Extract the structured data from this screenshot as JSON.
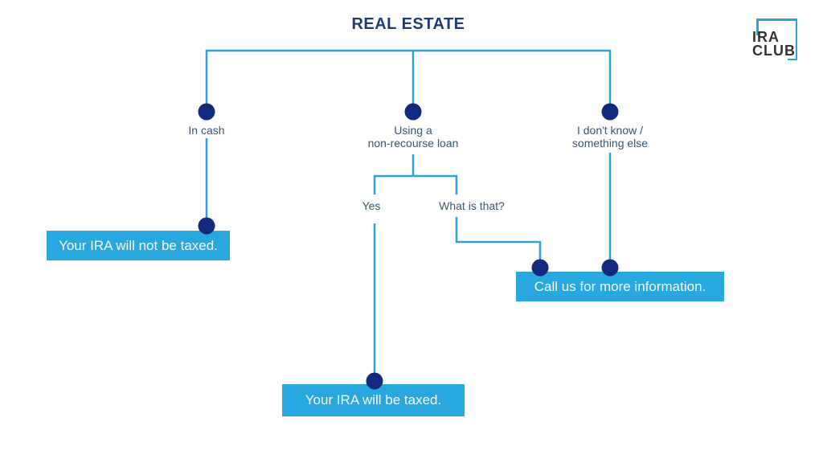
{
  "title": "REAL ESTATE",
  "logo": {
    "line1": "IRA",
    "line2": "CLUB"
  },
  "branches": [
    {
      "id": "in-cash",
      "label": "In cash"
    },
    {
      "id": "loan",
      "label": "Using a\nnon-recourse loan"
    },
    {
      "id": "dont-know",
      "label": "I don't know /\nsomething else"
    }
  ],
  "sub_branches": [
    {
      "id": "yes",
      "label": "Yes"
    },
    {
      "id": "what-is-that",
      "label": "What is that?"
    }
  ],
  "outcomes": [
    {
      "id": "not-taxed",
      "label": "Your IRA will not be taxed."
    },
    {
      "id": "call-us",
      "label": "Call us for more information."
    },
    {
      "id": "taxed",
      "label": "Your IRA will be taxed."
    }
  ],
  "colors": {
    "connector_line": "#2BA2D8",
    "node_dot": "#13297D",
    "outcome_box": "#29A7DF",
    "outcome_text": "#F2FAFE",
    "title_text": "#1E3A7B",
    "label_text": "#3A5378",
    "logo_text": "#333333"
  }
}
